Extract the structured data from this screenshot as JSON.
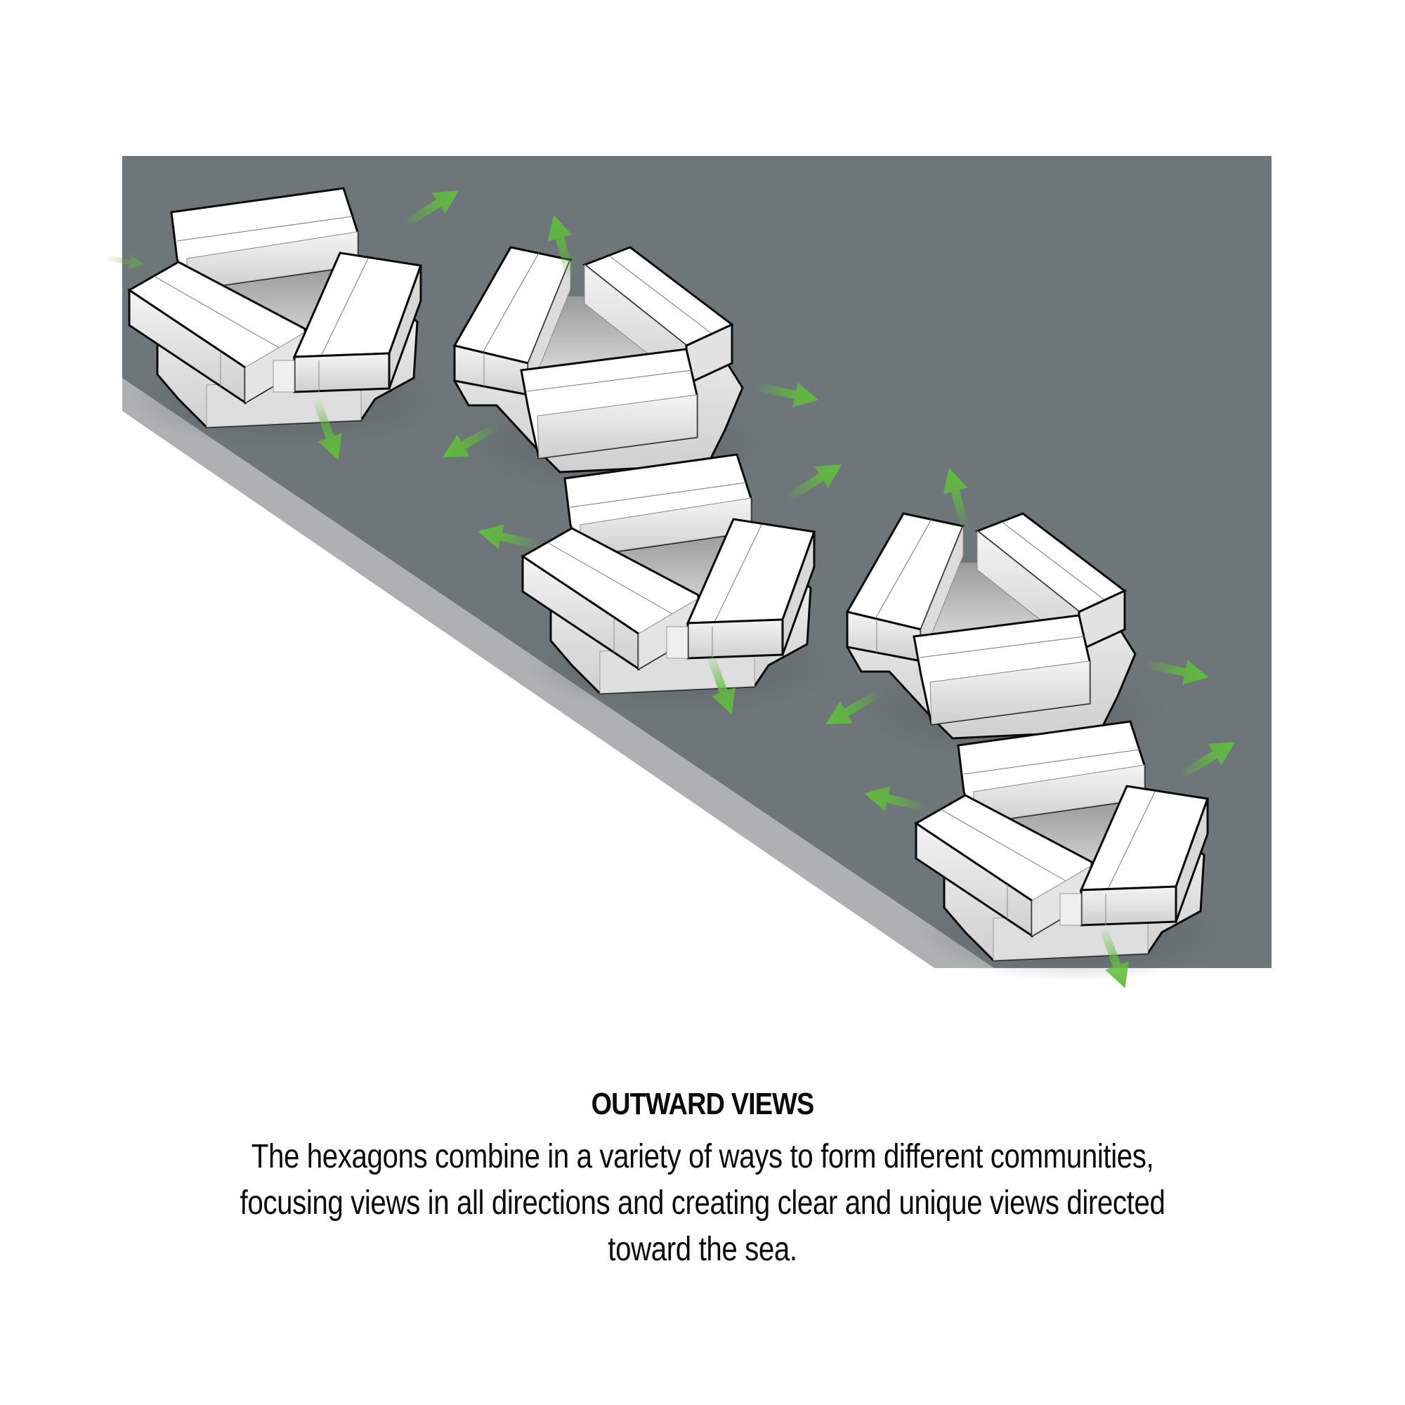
{
  "diagram": {
    "title": "OUTWARD VIEWS",
    "description_lines": [
      "The hexagons combine in a variety of ways to form different communities,",
      "focusing views in all directions and creating clear and unique views directed",
      "toward the sea."
    ],
    "colors": {
      "water": "#6f7679",
      "land": "#ffffff",
      "arrow": "#5fbe3a",
      "building": "#ffffff",
      "building_shade": "#d4d4d4",
      "outline": "#0a0a0a",
      "text": "#0b0b0b"
    },
    "icons": {
      "view_arrow": "view-direction-arrow-icon",
      "building_cluster": "hexagon-building-cluster-icon"
    },
    "clusters": [
      {
        "id": "A",
        "type": "three-bar-open-south"
      },
      {
        "id": "B",
        "type": "three-bar-open-north"
      },
      {
        "id": "C",
        "type": "three-bar-open-south"
      },
      {
        "id": "D",
        "type": "three-bar-open-north"
      },
      {
        "id": "E",
        "type": "three-bar-open-south"
      }
    ],
    "arrow_count": 14
  }
}
